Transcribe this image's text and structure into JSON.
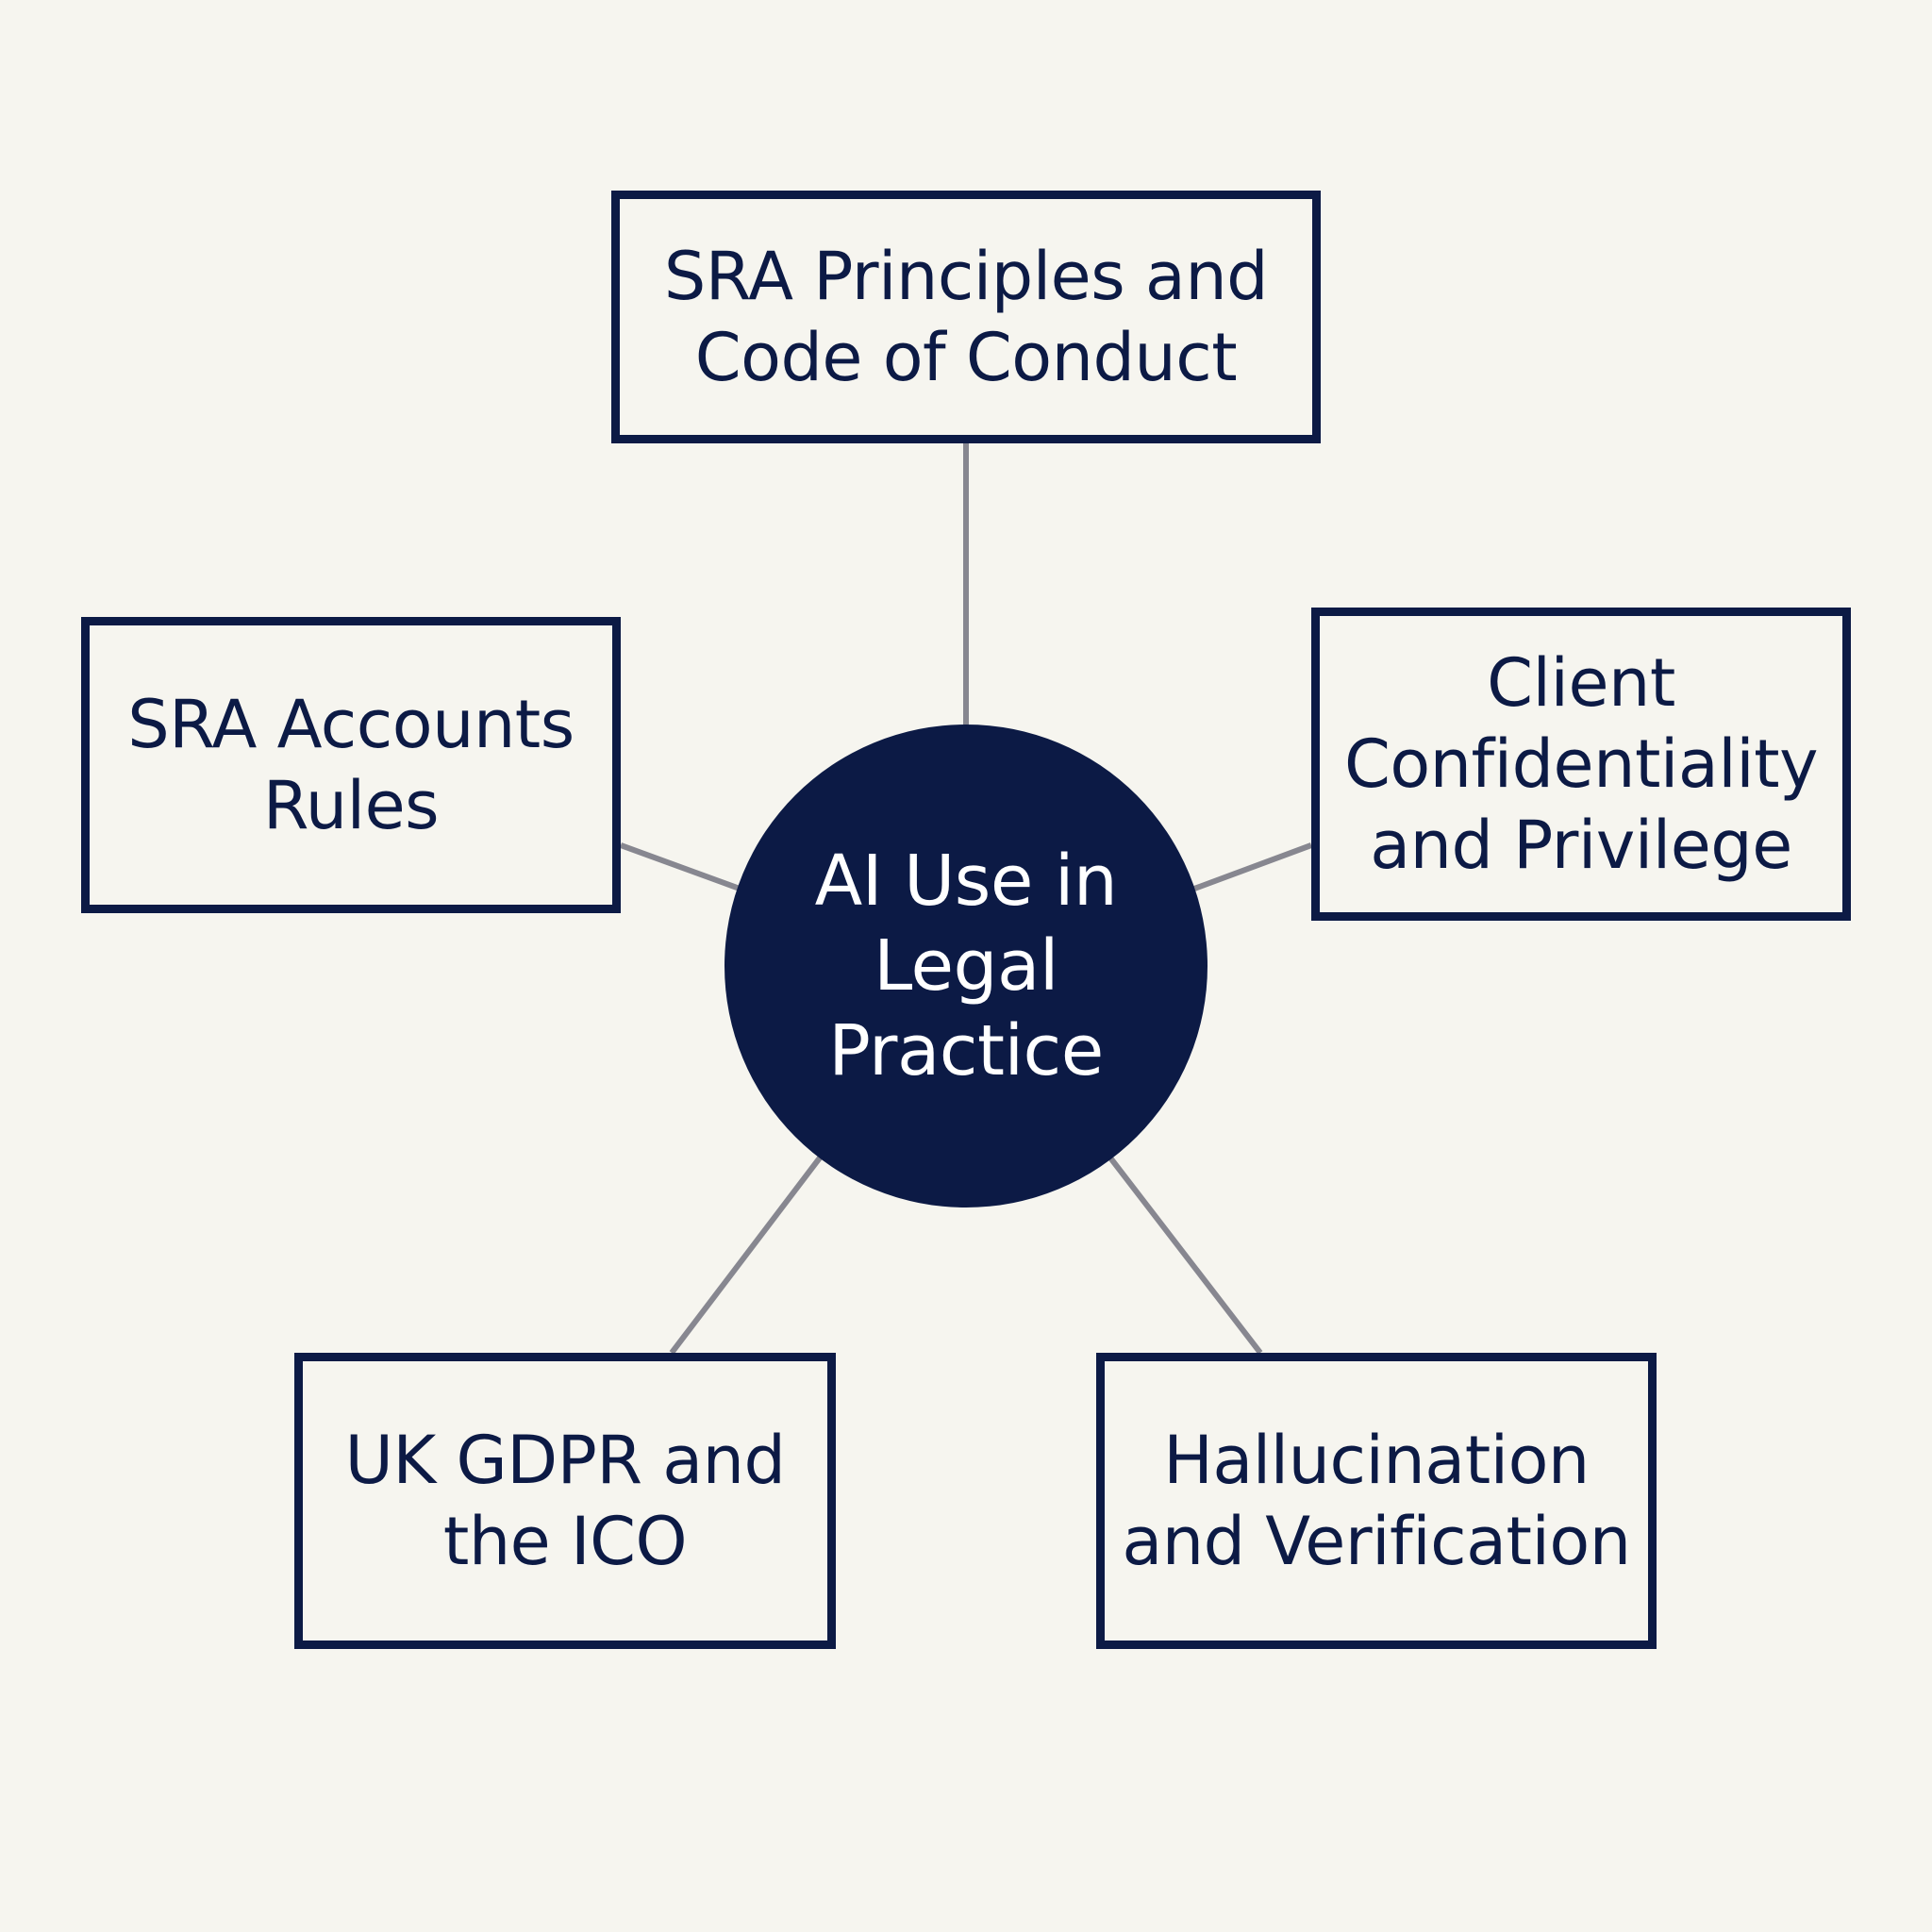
{
  "hub": {
    "label": "AI Use in\nLegal\nPractice"
  },
  "nodes": {
    "top": "SRA Principles and\nCode of Conduct",
    "left": "SRA Accounts\nRules",
    "right": "Client\nConfidentiality\nand Privilege",
    "bottom_left": "UK GDPR and\nthe ICO",
    "bottom_right": "Hallucination\nand Verification"
  },
  "colors": {
    "background": "#f6f5ef",
    "navy": "#0c1a45",
    "connector": "#878790",
    "hub_text": "#ffffff"
  }
}
